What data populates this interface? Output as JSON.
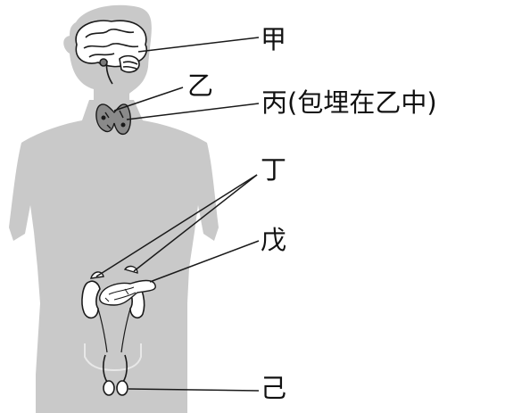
{
  "labels": {
    "jia": "甲",
    "yi": "乙",
    "bing": "丙(包埋在乙中)",
    "ding": "丁",
    "wu": "戊",
    "ji": "己"
  },
  "colors": {
    "body_fill": "#c9c9c9",
    "line": "#1a1a1a",
    "organ_fill": "#ffffff",
    "organ_dark": "#7a7a7a"
  },
  "icons": {
    "brain": "brain-icon",
    "thyroid": "thyroid-icon",
    "adrenal": "adrenal-gland-icon",
    "kidney": "kidney-icon",
    "pancreas": "pancreas-icon",
    "testis": "testis-icon"
  }
}
